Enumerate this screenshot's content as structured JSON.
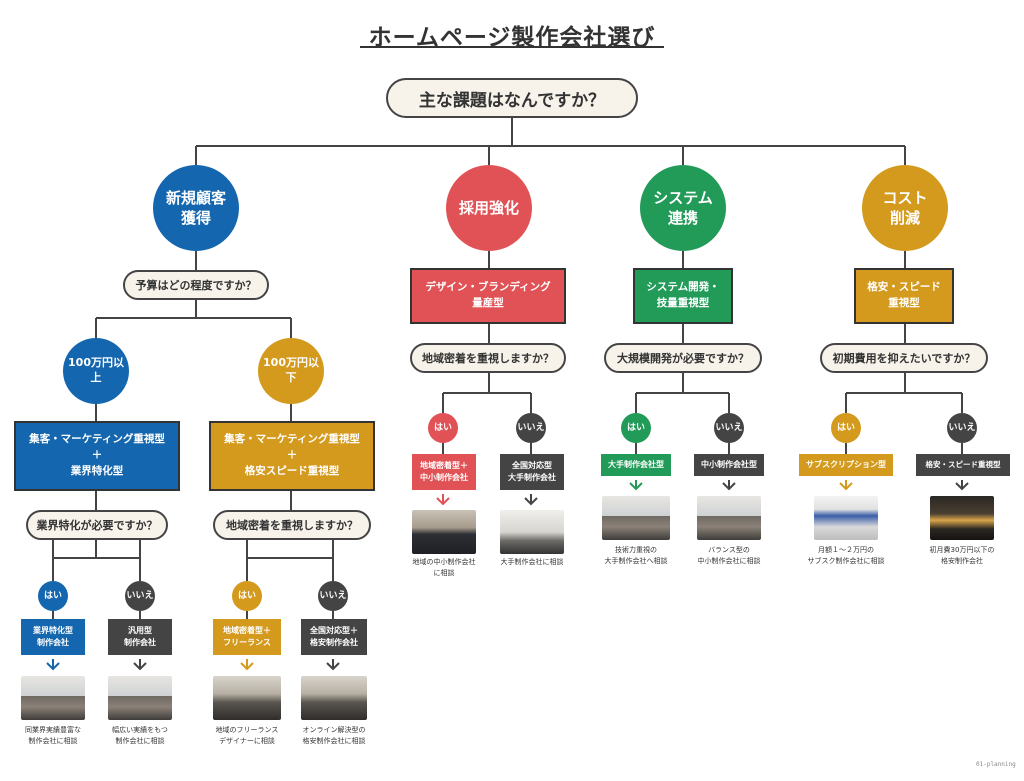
{
  "title": "ホームページ製作会社選び",
  "root_question": "主な課題はなんですか？",
  "colors": {
    "blue": "#1466ae",
    "gold": "#d49a1e",
    "red": "#e05256",
    "green": "#229a58",
    "dark": "#444444",
    "pill_bg": "#f7f2ea"
  },
  "categories": {
    "acquisition": {
      "label": "新規顧客\n獲得",
      "question": "予算はどの程度ですか？"
    },
    "recruiting": {
      "label": "採用強化",
      "box": "デザイン・ブランディング\n量産型",
      "question": "地域密着を重視しますか？"
    },
    "system": {
      "label": "システム\n連携",
      "box": "システム開発・\n技量重視型",
      "question": "大規模開発が必要ですか？"
    },
    "cost": {
      "label": "コスト\n削減",
      "box": "格安・スピード\n重視型",
      "question": "初期費用を抑えたいですか？"
    }
  },
  "acq_high": {
    "label": "100万円以上",
    "box": "集客・マーケティング重視型\n＋\n業界特化型",
    "question": "業界特化が必要ですか？"
  },
  "acq_low": {
    "label": "100万円以下",
    "box": "集客・マーケティング重視型\n＋\n格安スピード重視型",
    "question": "地域密着を重視しますか？"
  },
  "answers": {
    "yes": "はい",
    "no": "いいえ"
  },
  "outcomes": {
    "ah_yes": {
      "type": "業界特化型\n制作会社",
      "caption": "同業界実績豊富な\n制作会社に相談",
      "image": "office-photo"
    },
    "ah_no": {
      "type": "汎用型\n制作会社",
      "caption": "幅広い実績をもつ\n制作会社に相談",
      "image": "office-photo"
    },
    "al_yes": {
      "type": "地域密着型＋\nフリーランス",
      "caption": "地域のフリーランス\nデザイナーに相談",
      "image": "workspace-photo"
    },
    "al_no": {
      "type": "全国対応型＋\n格安制作会社",
      "caption": "オンライン解決型の\n格安制作会社に相談",
      "image": "workspace-photo"
    },
    "r_yes": {
      "type": "地域密着型＋\n中小制作会社",
      "caption": "地域の中小制作会社\nに相談",
      "image": "people-photo"
    },
    "r_no": {
      "type": "全国対応型\n大手制作会社",
      "caption": "大手制作会社に相談",
      "image": "meeting-photo"
    },
    "s_yes": {
      "type": "大手制作会社型",
      "caption": "技術力重視の\n大手制作会社へ相談",
      "image": "office-photo"
    },
    "s_no": {
      "type": "中小制作会社型",
      "caption": "バランス型の\n中小制作会社に相談",
      "image": "office-photo"
    },
    "c_yes": {
      "type": "サブスクリプション型",
      "caption": "月額１～２万円の\nサブスク制作会社に相談",
      "image": "computer-photo"
    },
    "c_no": {
      "type": "格安・スピード重視型",
      "caption": "初月費30万円以下の\n格安制作会社",
      "image": "night-desk-photo"
    }
  },
  "watermark": "01-planning"
}
